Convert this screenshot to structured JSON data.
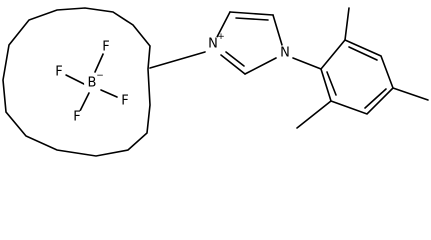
{
  "molecule": {
    "anion": {
      "central_atom": "B",
      "central_charge": "−",
      "ligands": [
        "F",
        "F",
        "F",
        "F"
      ]
    },
    "cation": {
      "ring_nitrogen_charged": "N",
      "ring_nitrogen_charged_charge": "+",
      "ring_nitrogen_neutral": "N"
    }
  },
  "colors": {
    "bond": "#000000",
    "background": "#ffffff"
  }
}
